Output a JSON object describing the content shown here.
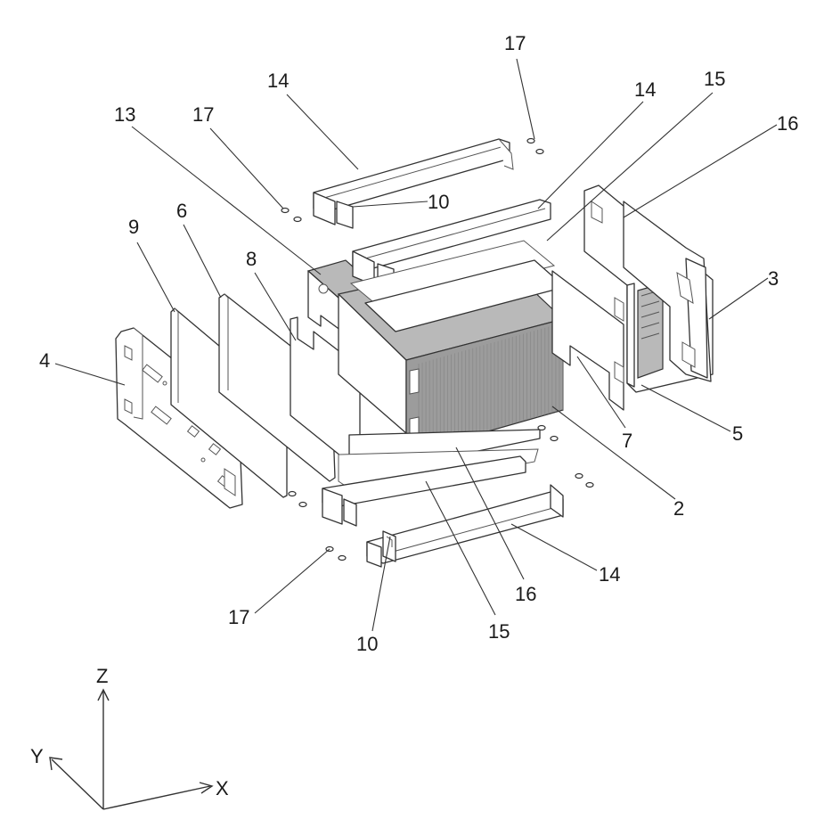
{
  "figure": {
    "type": "exploded-view technical drawing",
    "reference_labels": [
      {
        "id": "label-17-top-right",
        "text": "17"
      },
      {
        "id": "label-14-top-left",
        "text": "14"
      },
      {
        "id": "label-14-top-right",
        "text": "14"
      },
      {
        "id": "label-15-top",
        "text": "15"
      },
      {
        "id": "label-16-top",
        "text": "16"
      },
      {
        "id": "label-13",
        "text": "13"
      },
      {
        "id": "label-17-top-left",
        "text": "17"
      },
      {
        "id": "label-10-top",
        "text": "10"
      },
      {
        "id": "label-9",
        "text": "9"
      },
      {
        "id": "label-6",
        "text": "6"
      },
      {
        "id": "label-8",
        "text": "8"
      },
      {
        "id": "label-3",
        "text": "3"
      },
      {
        "id": "label-4",
        "text": "4"
      },
      {
        "id": "label-7",
        "text": "7"
      },
      {
        "id": "label-5",
        "text": "5"
      },
      {
        "id": "label-2",
        "text": "2"
      },
      {
        "id": "label-14-bottom",
        "text": "14"
      },
      {
        "id": "label-16-bottom",
        "text": "16"
      },
      {
        "id": "label-17-bottom",
        "text": "17"
      },
      {
        "id": "label-15-bottom",
        "text": "15"
      },
      {
        "id": "label-10-bottom",
        "text": "10"
      }
    ],
    "axes": {
      "z": "Z",
      "y": "Y",
      "x": "X"
    }
  }
}
